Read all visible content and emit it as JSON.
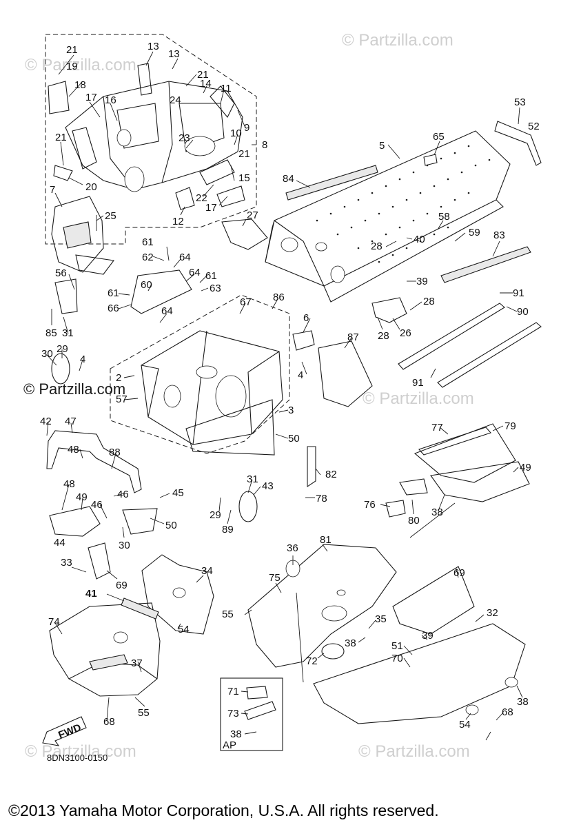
{
  "watermarks": [
    "© Partzilla.com",
    "© Partzilla.com",
    "© Partzilla.com",
    "© Partzilla.com",
    "© Partzilla.com",
    "© Partzilla.com"
  ],
  "fwd_label": "FWD",
  "drawing_code": "8DN3100-0150",
  "inset_label": "AP",
  "copyright": "©2013 Yamaha Motor Corporation, U.S.A. All rights reserved.",
  "callouts": [
    "21",
    "19",
    "18",
    "17",
    "16",
    "13",
    "13",
    "21",
    "14",
    "11",
    "24",
    "9",
    "10",
    "8",
    "23",
    "21",
    "21",
    "20",
    "7",
    "22",
    "15",
    "17",
    "12",
    "25",
    "27",
    "5",
    "65",
    "53",
    "52",
    "84",
    "58",
    "59",
    "83",
    "28",
    "40",
    "39",
    "28",
    "26",
    "28",
    "91",
    "90",
    "91",
    "61",
    "62",
    "64",
    "64",
    "61",
    "63",
    "60",
    "61",
    "64",
    "66",
    "67",
    "86",
    "56",
    "6",
    "87",
    "85",
    "31",
    "30",
    "29",
    "4",
    "2",
    "57",
    "4",
    "3",
    "50",
    "42",
    "47",
    "48",
    "88",
    "82",
    "77",
    "79",
    "49",
    "48",
    "49",
    "46",
    "46",
    "45",
    "44",
    "50",
    "30",
    "31",
    "43",
    "29",
    "89",
    "78",
    "76",
    "80",
    "38",
    "33",
    "69",
    "36",
    "81",
    "69",
    "75",
    "34",
    "41",
    "55",
    "35",
    "32",
    "74",
    "54",
    "38",
    "51",
    "39",
    "37",
    "70",
    "72",
    "71",
    "73",
    "38",
    "68",
    "38",
    "55",
    "68",
    "54"
  ]
}
